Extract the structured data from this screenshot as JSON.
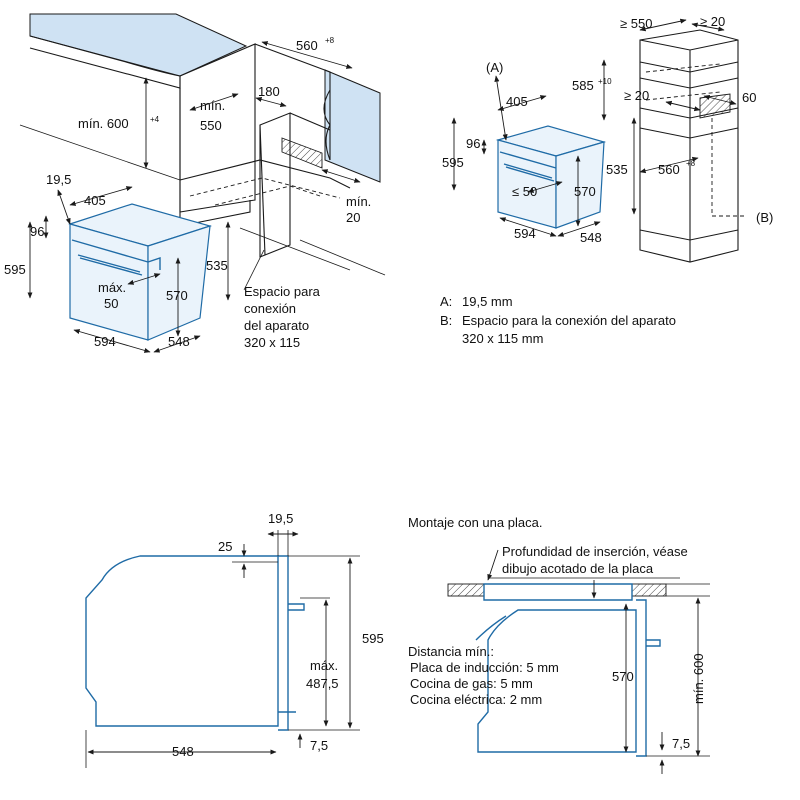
{
  "colors": {
    "outline": "#1f6ba6",
    "counter": "#cfe2f3",
    "ink": "#111111"
  },
  "d1": {
    "w_min": "560",
    "w_tol": "+8",
    "h_min": "mín. 600",
    "h_tol": "+4",
    "depth_min_1": "mín.",
    "depth_min_2": "550",
    "gap_180": "180",
    "rear_gap_1": "mín.",
    "rear_gap_2": "20",
    "d_19_5": "19,5",
    "d_405": "405",
    "d_96": "96",
    "d_595": "595",
    "d_535": "535",
    "d_570": "570",
    "max_1": "máx.",
    "max_2": "50",
    "d_594": "594",
    "d_548": "548",
    "space_1": "Espacio para",
    "space_2": "conexión",
    "space_3": "del aparato",
    "space_4": "320 x 115"
  },
  "d2": {
    "label_a": "(A)",
    "w_550": "≥ 550",
    "gap_20_top": "≥ 20",
    "h_585": "585",
    "h_tol": "+10",
    "d_405": "405",
    "gap_20_mid": "≥ 20",
    "d_60": "60",
    "d_96": "96",
    "d_595": "595",
    "d_535": "535",
    "w_560": "560",
    "w_tol": "+8",
    "le_50": "≤ 50",
    "d_570": "570",
    "d_594": "594",
    "d_548": "548",
    "label_b": "(B)"
  },
  "legend": {
    "a_key": "A:",
    "a_text": "19,5 mm",
    "b_key": "B:",
    "b_text_1": "Espacio para la conexión del aparato",
    "b_text_2": "320 x 115 mm"
  },
  "d3": {
    "d_19_5": "19,5",
    "d_25": "25",
    "d_595": "595",
    "max_1": "máx.",
    "max_2": "487,5",
    "d_7_5": "7,5",
    "d_548": "548"
  },
  "d4": {
    "title": "Montaje con una placa.",
    "note_1": "Profundidad de inserción, véase",
    "note_2": "dibujo acotado de la placa",
    "dist_1": "Distancia mín.:",
    "dist_2": "Placa de inducción: 5 mm",
    "dist_3": "Cocina de gas: 5 mm",
    "dist_4": "Cocina eléctrica: 2 mm",
    "d_570": "570",
    "min_600": "mín. 600",
    "d_7_5": "7,5"
  }
}
